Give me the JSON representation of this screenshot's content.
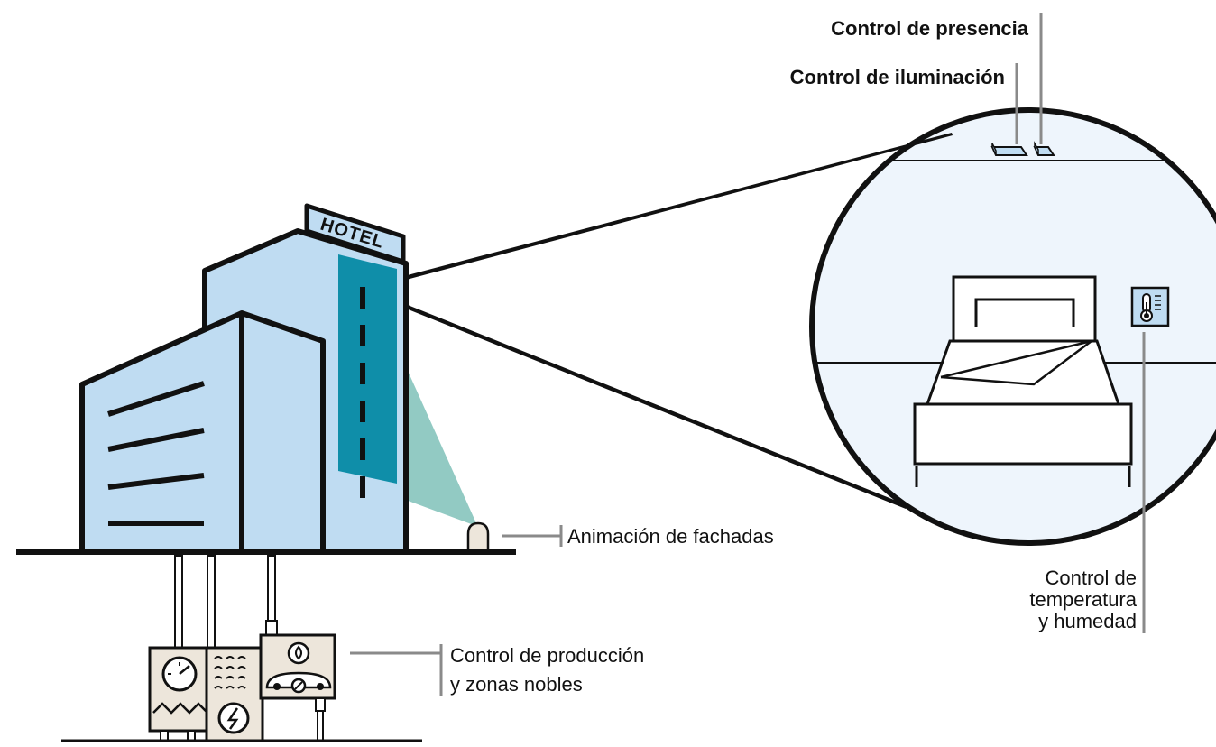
{
  "sign": {
    "text": "HOTEL"
  },
  "labels": {
    "presence": "Control de presencia",
    "lighting": "Control de iluminación",
    "facade": "Animación de fachadas",
    "temperature": [
      "Control de",
      "temperatura",
      "y humedad"
    ],
    "production": [
      "Control de producción",
      "y zonas nobles"
    ]
  },
  "colors": {
    "building_fill": "#bfdcf2",
    "glass_panel": "#0f8ea9",
    "light_beam": "#7fc1b8",
    "room_fill": "#eef5fc",
    "equipment_fill": "#ede6db",
    "leader_line": "#8a8a8a",
    "outline": "#111111"
  },
  "icons": {
    "room_thermostat": "thermometer-icon",
    "gauge": "gauge-icon",
    "power": "power-bolt-icon",
    "flame": "flame-icon"
  }
}
